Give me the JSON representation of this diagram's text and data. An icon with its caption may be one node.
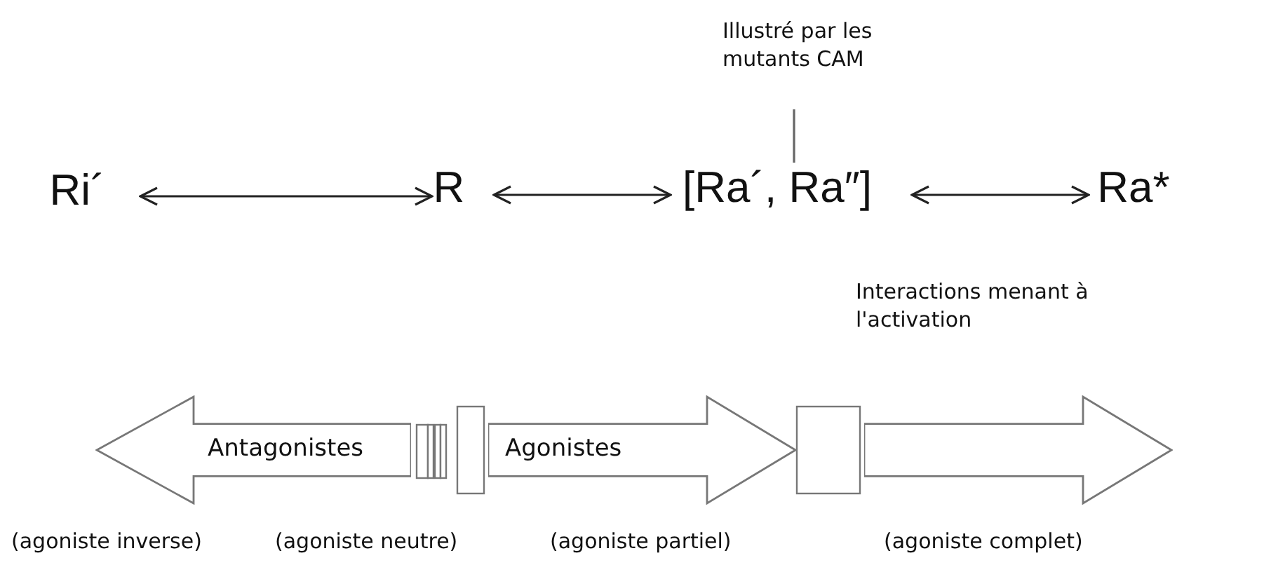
{
  "diagram": {
    "nodes": [
      {
        "text": [
          "Ri´"
        ]
      },
      {
        "text": [
          "R"
        ]
      },
      {
        "text": [
          "[Ra´, Ra″]"
        ]
      },
      {
        "text": [
          "Ra*"
        ]
      },
      {
        "text": [
          "Illustré par les mutants CAM"
        ]
      },
      {
        "text": [
          "Antagonistes"
        ]
      },
      {
        "text": [
          "Agonistes"
        ]
      },
      {
        "text": [],
        "shape": "arrow"
      }
    ],
    "edges": [
      {
        "from": 0,
        "to": 1,
        "arrow": "both"
      },
      {
        "from": 1,
        "to": 2,
        "arrow": "both"
      },
      {
        "from": 2,
        "to": 3,
        "arrow": "both"
      },
      {
        "from": 4,
        "to": 2,
        "arrow": "none"
      }
    ],
    "labels": [
      "Interactions menant à l'activation",
      "(agoniste inverse)",
      "(agoniste neutre)",
      "(agoniste partiel)",
      "(agoniste complet)"
    ]
  }
}
